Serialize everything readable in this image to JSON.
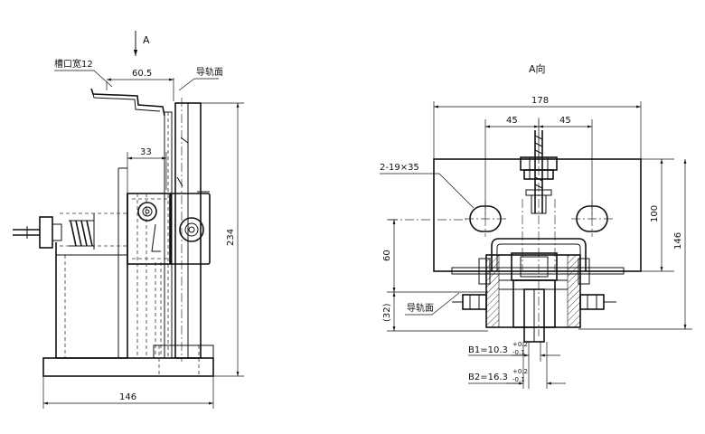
{
  "view_arrow_label": "A",
  "view_title": "A向",
  "left_view": {
    "slot_width": "槽口宽12",
    "dim_top": "60.5",
    "rail_face": "导轨面",
    "dim_33": "33",
    "dim_height": "234",
    "dim_base": "146"
  },
  "right_view": {
    "dim_width": "178",
    "dim_45_left": "45",
    "dim_45_right": "45",
    "slots": "2-19×35",
    "dim_100": "100",
    "dim_146": "146",
    "dim_60": "60",
    "dim_32": "(32)",
    "rail_face": "导轨面",
    "b1": "B1=10.3",
    "b1_upper": "+0.2",
    "b1_lower": "-0.1",
    "b2": "B2=16.3",
    "b2_upper": "+0.2",
    "b2_lower": "-0.1"
  }
}
